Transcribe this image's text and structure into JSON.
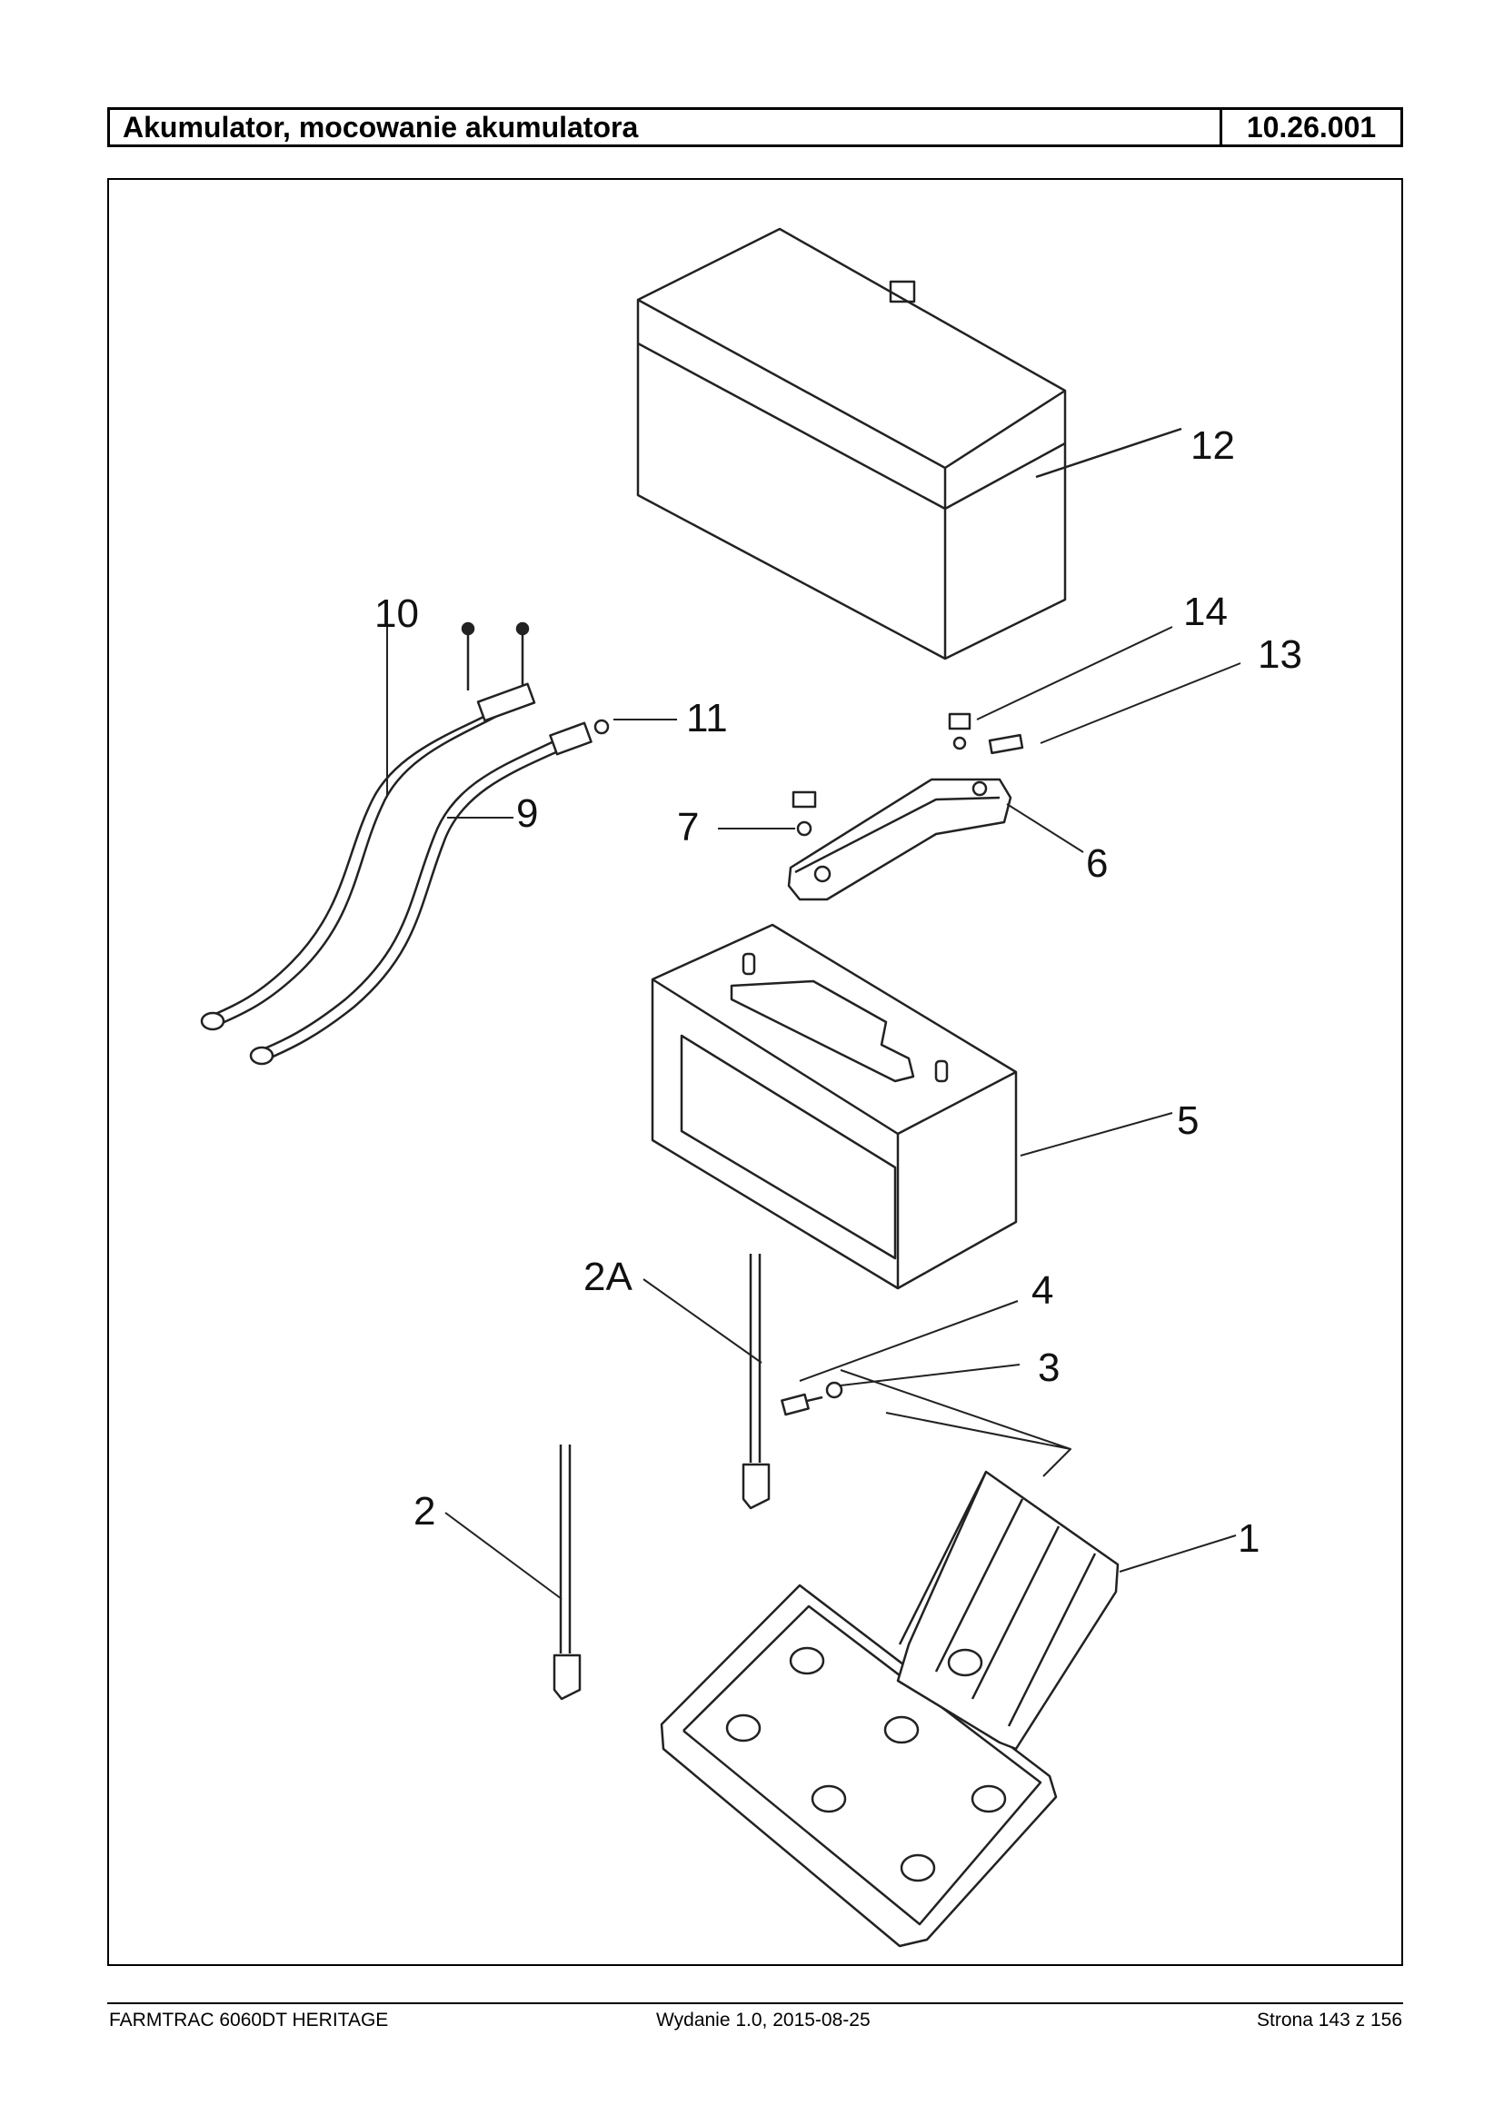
{
  "header": {
    "title": "Akumulator, mocowanie akumulatora",
    "code": "10.26.001"
  },
  "callouts": {
    "c1": "1",
    "c2": "2",
    "c2a": "2A",
    "c3": "3",
    "c4": "4",
    "c5": "5",
    "c6": "6",
    "c7": "7",
    "c9": "9",
    "c10": "10",
    "c11": "11",
    "c12": "12",
    "c13": "13",
    "c14": "14"
  },
  "footer": {
    "model": "FARMTRAC 6060DT HERITAGE",
    "edition": "Wydanie 1.0,  2015-08-25",
    "page": "Strona 143 z 156"
  }
}
